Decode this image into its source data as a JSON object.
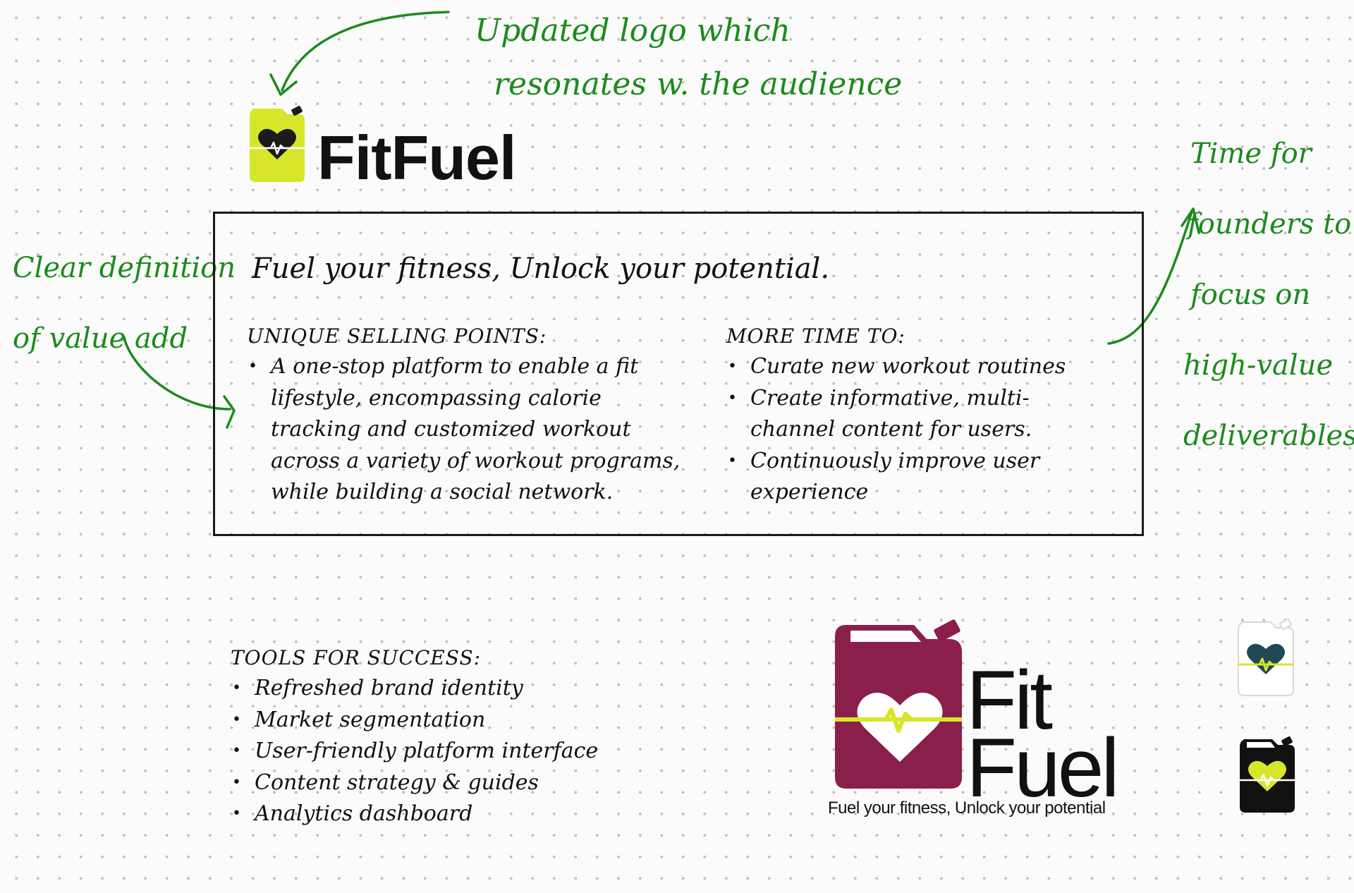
{
  "annotations": {
    "logo_note_line1": "Updated logo which",
    "logo_note_line2": "resonates w. the audience",
    "value_note_line1": "Clear definition",
    "value_note_line2": "of value add",
    "founders_note_lines": [
      "Time for",
      "founders to",
      "focus on",
      "high-value",
      "deliverables"
    ]
  },
  "brand": {
    "wordmark": "FitFuel",
    "stacked_line1": "Fit",
    "stacked_line2": "Fuel",
    "tagline_small": "Fuel your fitness, Unlock your potential"
  },
  "value_box": {
    "tagline": "Fuel your fitness, Unlock your potential.",
    "usp_heading": "UNIQUE SELLING POINTS:",
    "usp_items": [
      [
        "A one-stop platform to enable a fit",
        "lifestyle, encompassing calorie",
        "tracking and customized workout",
        "across a variety of workout programs,",
        "while building a social network."
      ]
    ],
    "more_time_heading": "MORE TIME TO:",
    "more_time_items": [
      [
        "Curate new workout routines"
      ],
      [
        "Create informative, multi-",
        "channel content for users."
      ],
      [
        "Continuously improve user",
        "experience"
      ]
    ]
  },
  "tools": {
    "heading": "TOOLS FOR SUCCESS:",
    "items": [
      "Refreshed brand identity",
      "Market segmentation",
      "User-friendly platform interface",
      "Content strategy & guides",
      "Analytics dashboard"
    ]
  },
  "colors": {
    "annotation_green": "#1d8a1d",
    "logo_lime": "#d7e62a",
    "logo_maroon": "#8b1f4c",
    "logo_teal": "#1f4a55",
    "ink": "#111111"
  },
  "icons": [
    "jerrycan-heart-logo-lime",
    "jerrycan-heart-logo-maroon",
    "jerrycan-heart-logo-white",
    "jerrycan-heart-logo-black"
  ]
}
